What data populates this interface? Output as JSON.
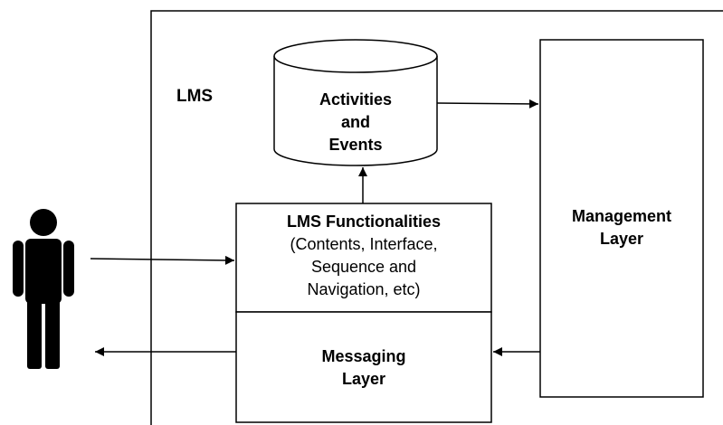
{
  "system_label": "LMS",
  "database": {
    "lines": [
      "Activities",
      "and",
      "Events"
    ]
  },
  "functionalities": {
    "title": "LMS Functionalities",
    "lines": [
      "(Contents, Interface,",
      "Sequence and",
      "Navigation, etc)"
    ]
  },
  "messaging": {
    "lines": [
      "Messaging",
      "Layer"
    ]
  },
  "management": {
    "lines": [
      "Management",
      "Layer"
    ]
  },
  "icons": {
    "user": "person-icon"
  }
}
